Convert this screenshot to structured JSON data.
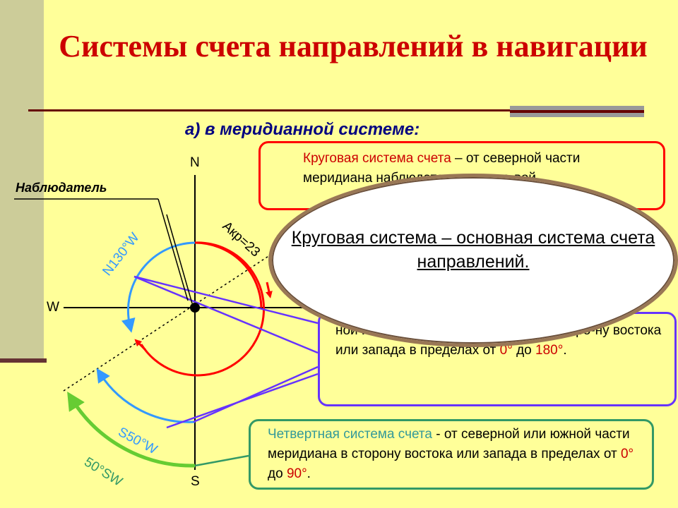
{
  "title": "Системы счета направлений в навигации",
  "subtitle": "а) в меридианной системе:",
  "compass": {
    "north": "N",
    "south": "S",
    "west": "W"
  },
  "observer_label": "Наблюдатель",
  "arc_labels": {
    "circular": "Акр=23",
    "semicircular_north": "N130°W",
    "semicircular_south": "S50°W",
    "quarter": "50°SW"
  },
  "boxes": {
    "circular": {
      "term": "Круговая система счета",
      "text": " – от северной части меридиана наблюдателя по часо-вой"
    },
    "semicircular": {
      "text_a": "ной или южной части меридиана в сторо-ну востока или запада в пределах от ",
      "from": "0°",
      "to_word": " до ",
      "to": "180°",
      "end": "."
    },
    "quarter": {
      "term": "Четвертная система счета",
      "text_a": " - от северной или южной части меридиана в сторону востока или запада в пределах от ",
      "from": "0°",
      "to_word": " до ",
      "to": "90°",
      "end": "."
    }
  },
  "callout": "Круговая система – основная система счета направлений.",
  "colors": {
    "circular": "#ff0000",
    "semicircular": "#3399ff",
    "quarter": "#66cc33",
    "bearing_lines": "#6633ff",
    "title": "#cc0000",
    "background": "#ffff99"
  }
}
